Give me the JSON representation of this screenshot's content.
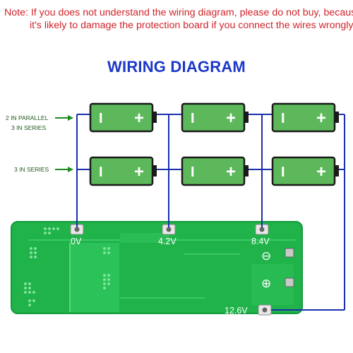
{
  "note": {
    "line1": "Note: If you does not understand the wiring diagram, please do not buy, because",
    "line2": "it's likely to damage the protection board if you connect the wires wrongly."
  },
  "title": "WIRING DIAGRAM",
  "row_labels": {
    "parallel_line1": "2 IN PARALLEL",
    "parallel_line2": "3 IN SERIES",
    "series": "3 IN SERIES"
  },
  "battery": {
    "negative_symbol": "I",
    "positive_symbol": "+"
  },
  "board": {
    "pads": [
      "0V",
      "4.2V",
      "8.4V",
      "12.6V"
    ],
    "minus_symbol": "⊖",
    "plus_symbol": "⊕"
  },
  "colors": {
    "note_text": "#d0242b",
    "title": "#1c38c8",
    "label_text": "#1f5a1a",
    "arrow": "#1e8a1e",
    "wire": "#1a2fb0",
    "battery_fill": "#5cb85a",
    "battery_border": "#1a1a1a",
    "pcb": "#1fb34a",
    "pcb_light": "#56d77c"
  }
}
